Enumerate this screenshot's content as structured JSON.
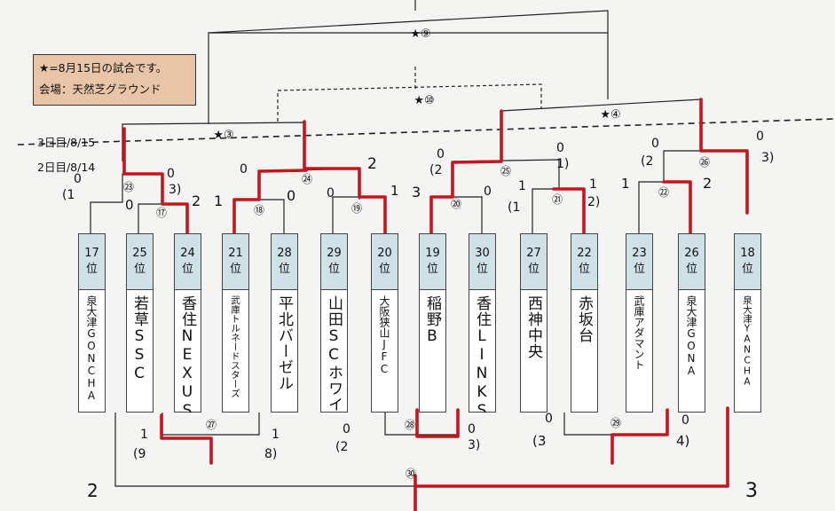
{
  "legend": {
    "line1": "★=8月15日の試合です。",
    "line2": "会場：天然芝グラウンド"
  },
  "day_labels": {
    "day3": "3日目/8/15",
    "day2": "2日目/8/14"
  },
  "matches": {
    "m9": "★⑨",
    "m10": "★⑩",
    "m3": "★③",
    "m4": "★④",
    "m17": "⑰",
    "m18": "⑱",
    "m19": "⑲",
    "m20": "⑳",
    "m21": "㉑",
    "m22": "㉒",
    "m23": "㉓",
    "m24": "㉔",
    "m25": "㉕",
    "m26": "㉖",
    "m27": "㉗",
    "m28": "㉘",
    "m29": "㉙",
    "m30": "㉚"
  },
  "teams": [
    {
      "seed": "17",
      "unit": "位",
      "name": "泉大津GONCHA"
    },
    {
      "seed": "25",
      "unit": "位",
      "name": "若草SSC"
    },
    {
      "seed": "24",
      "unit": "位",
      "name": "香住NEXUS"
    },
    {
      "seed": "21",
      "unit": "位",
      "name": "武庫トルネードスターズ"
    },
    {
      "seed": "28",
      "unit": "位",
      "name": "平北バーゼル"
    },
    {
      "seed": "29",
      "unit": "位",
      "name": "山田SCホワイト"
    },
    {
      "seed": "20",
      "unit": "位",
      "name": "大阪狭山JFC"
    },
    {
      "seed": "19",
      "unit": "位",
      "name": "稲野B"
    },
    {
      "seed": "30",
      "unit": "位",
      "name": "香住LINKS"
    },
    {
      "seed": "27",
      "unit": "位",
      "name": "西神中央"
    },
    {
      "seed": "22",
      "unit": "位",
      "name": "赤坂台"
    },
    {
      "seed": "23",
      "unit": "位",
      "name": "武庫アダマント"
    },
    {
      "seed": "26",
      "unit": "位",
      "name": "泉大津GONA"
    },
    {
      "seed": "18",
      "unit": "位",
      "name": "泉大津YANCHA"
    }
  ],
  "scores": {
    "s23l": "0",
    "s23lp": "(1",
    "s23r": "0",
    "s23rp": "3)",
    "s17l": "0",
    "s17r": "2",
    "s18l": "1",
    "s18r": "0",
    "s24l": "0",
    "s24r": "2",
    "s19l": "0",
    "s19r": "1",
    "s20l": "3",
    "s20r": "0",
    "s25l": "0",
    "s25lp": "(2",
    "s25r": "0",
    "s25rp": "1)",
    "s21l": "1",
    "s21lp": "(1",
    "s21r": "1",
    "s21rp": "2)",
    "s22l": "1",
    "s22r": "2",
    "s26l": "0",
    "s26lp": "(2",
    "s26r": "0",
    "s26rp": "3)",
    "s27l": "1",
    "s27lp": "(9",
    "s27r": "1",
    "s27rp": "8)",
    "s28l": "0",
    "s28lp": "(2",
    "s28r": "0",
    "s28rp": "3)",
    "s29l": "0",
    "s29lp": "(3",
    "s29r": "0",
    "s29rp": "4)",
    "s30l": "2",
    "s30r": "3"
  }
}
